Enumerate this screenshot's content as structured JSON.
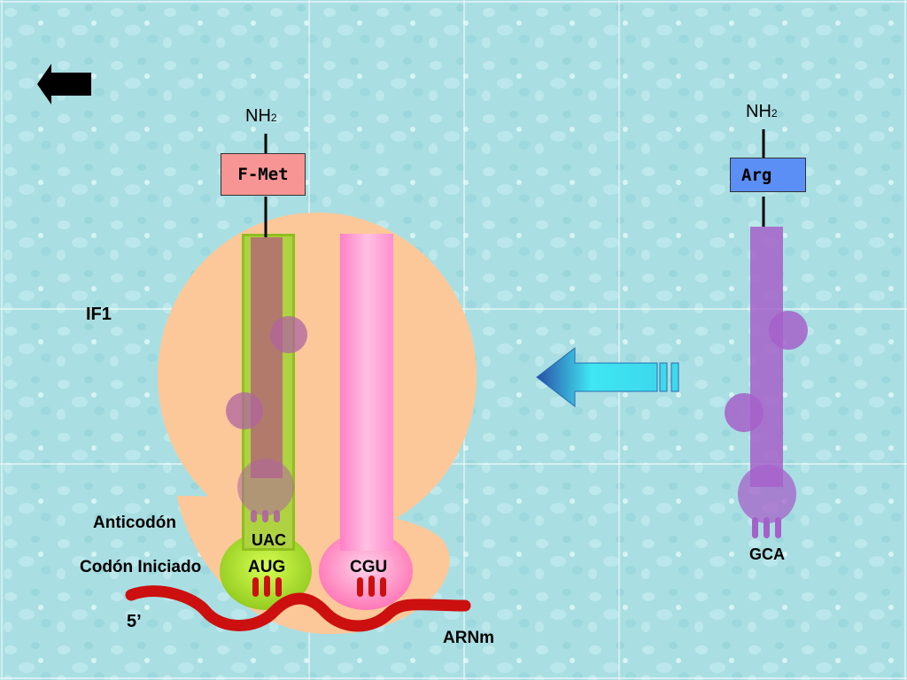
{
  "labels": {
    "nh2_left": "NH",
    "nh2_left_sub": "2",
    "nh2_right": "NH",
    "nh2_right_sub": "2",
    "fmet": "F-Met",
    "arg": "Arg",
    "if1": "IF1",
    "anticodon": "Anticodón",
    "uac": "UAC",
    "codon_iniciado": "Codón Iniciado",
    "aug": "AUG",
    "cgu": "CGU",
    "gca": "GCA",
    "five_prime": "5’",
    "arnm": "ARNm"
  },
  "colors": {
    "background": "#a9dfe3",
    "ribosome": "#fcc89a",
    "fmet_box": "#f79595",
    "arg_box": "#5b8ff5",
    "trna_fmet_outer": "#8fbf1f",
    "trna_fmet_inner": "#b27a6a",
    "trna_empty": "#ff9ed5",
    "trna_arg": "#a661c9",
    "mrna": "#cc1010",
    "arrow_cyan": "#37e6f2"
  },
  "icons": {
    "back": "arrow-left-icon",
    "incoming": "block-arrow-left-icon"
  }
}
